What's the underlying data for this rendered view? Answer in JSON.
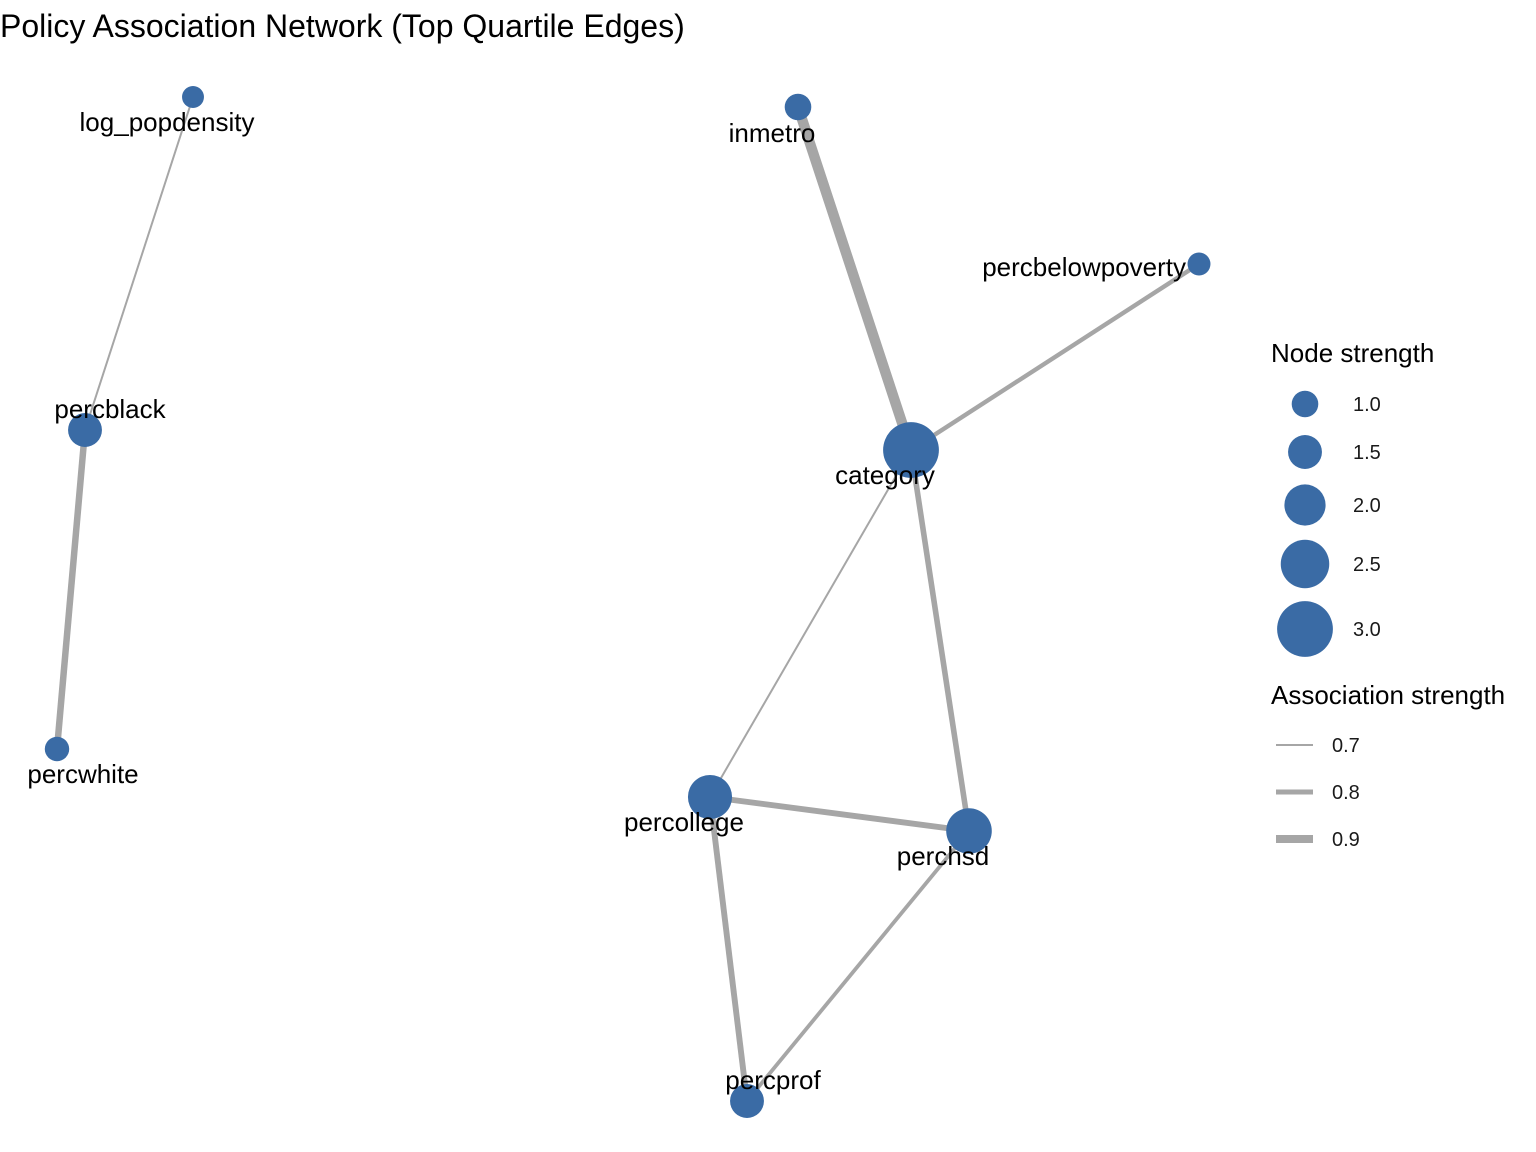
{
  "title": "Policy Association Network (Top Quartile Edges)",
  "colors": {
    "node": "#3A6BA5",
    "edge": "#A6A6A6",
    "text": "#000000"
  },
  "nodes": [
    {
      "id": "log_popdensity",
      "label": "log_popdensity",
      "strength": 0.68
    },
    {
      "id": "percblack",
      "label": "percblack",
      "strength": 1.5
    },
    {
      "id": "percwhite",
      "label": "percwhite",
      "strength": 0.85
    },
    {
      "id": "inmetro",
      "label": "inmetro",
      "strength": 1.0
    },
    {
      "id": "percbelowpoverty",
      "label": "percbelowpoverty",
      "strength": 0.75
    },
    {
      "id": "category",
      "label": "category",
      "strength": 3.0
    },
    {
      "id": "percollege",
      "label": "percollege",
      "strength": 2.2
    },
    {
      "id": "perchsd",
      "label": "perchsd",
      "strength": 2.3
    },
    {
      "id": "percprof",
      "label": "percprof",
      "strength": 1.5
    }
  ],
  "edges": [
    {
      "from": "log_popdensity",
      "to": "percblack",
      "weight": 0.7
    },
    {
      "from": "percblack",
      "to": "percwhite",
      "weight": 0.85
    },
    {
      "from": "inmetro",
      "to": "category",
      "weight": 0.98
    },
    {
      "from": "percbelowpoverty",
      "to": "category",
      "weight": 0.78
    },
    {
      "from": "category",
      "to": "percollege",
      "weight": 0.7
    },
    {
      "from": "category",
      "to": "perchsd",
      "weight": 0.82
    },
    {
      "from": "percollege",
      "to": "perchsd",
      "weight": 0.83
    },
    {
      "from": "percollege",
      "to": "percprof",
      "weight": 0.83
    },
    {
      "from": "perchsd",
      "to": "percprof",
      "weight": 0.76
    }
  ],
  "legend": {
    "node_title": "Node strength",
    "node_items": [
      {
        "label": "1.0",
        "value": 1.0
      },
      {
        "label": "1.5",
        "value": 1.5
      },
      {
        "label": "2.0",
        "value": 2.0
      },
      {
        "label": "2.5",
        "value": 2.5
      },
      {
        "label": "3.0",
        "value": 3.0
      }
    ],
    "edge_title": "Association strength",
    "edge_items": [
      {
        "label": "0.7",
        "value": 0.7
      },
      {
        "label": "0.8",
        "value": 0.8
      },
      {
        "label": "0.9",
        "value": 0.9
      }
    ]
  }
}
